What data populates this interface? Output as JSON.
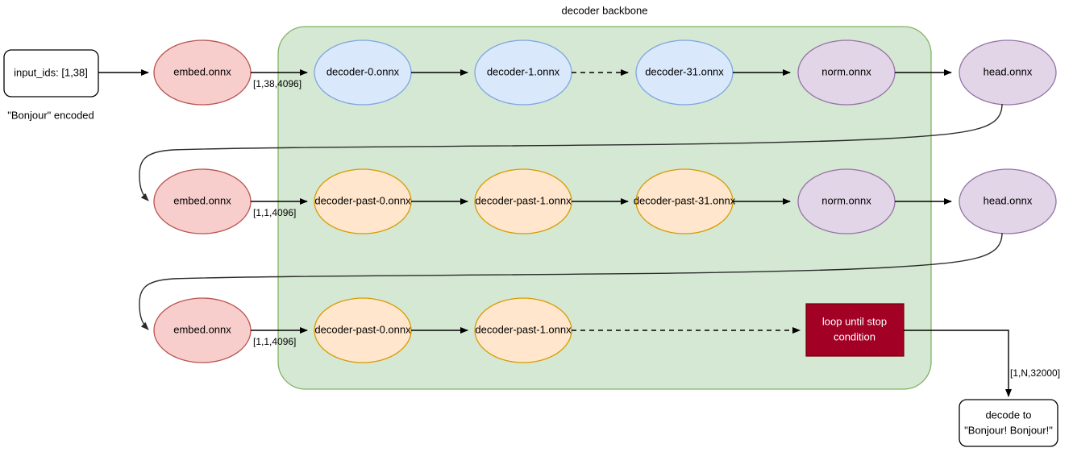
{
  "diagram": {
    "title": "decoder backbone",
    "group_label": "decoder backbone",
    "colors": {
      "embed_fill": "#f8cecc",
      "embed_stroke": "#b85450",
      "decoder_fill": "#dae8fc",
      "decoder_stroke": "#7ea6e0",
      "decoder_past_fill": "#ffe6cc",
      "decoder_past_stroke": "#d79b00",
      "norm_head_fill": "#e1d5e7",
      "norm_head_stroke": "#9673a6",
      "group_fill": "#d5e8d4",
      "group_stroke": "#82b366",
      "loop_fill": "#a20025",
      "loop_stroke": "#6F0000",
      "edge_stroke": "#000000",
      "box_stroke": "#000000"
    },
    "input": {
      "label": "input_ids: [1,38]",
      "caption": "\"Bonjour\" encoded"
    },
    "rows": [
      {
        "id": "prefill-row",
        "embed": "embed.onnx",
        "embed_out_label": "[1,38,4096]",
        "stages": [
          "decoder-0.onnx",
          "decoder-1.onnx",
          "decoder-31.onnx"
        ],
        "norm": "norm.onnx",
        "head": "head.onnx"
      },
      {
        "id": "decode-row-1",
        "embed": "embed.onnx",
        "embed_out_label": "[1,1,4096]",
        "stages": [
          "decoder-past-0.onnx",
          "decoder-past-1.onnx",
          "decoder-past-31.onnx"
        ],
        "norm": "norm.onnx",
        "head": "head.onnx"
      },
      {
        "id": "decode-row-2",
        "embed": "embed.onnx",
        "embed_out_label": "[1,1,4096]",
        "stages": [
          "decoder-past-0.onnx",
          "decoder-past-1.onnx"
        ],
        "loop_line_1": "loop until stop",
        "loop_line_2": "condition"
      }
    ],
    "output": {
      "edge_label": "[1,N,32000]",
      "line_1": "decode to",
      "line_2": "\"Bonjour! Bonjour!\""
    }
  }
}
